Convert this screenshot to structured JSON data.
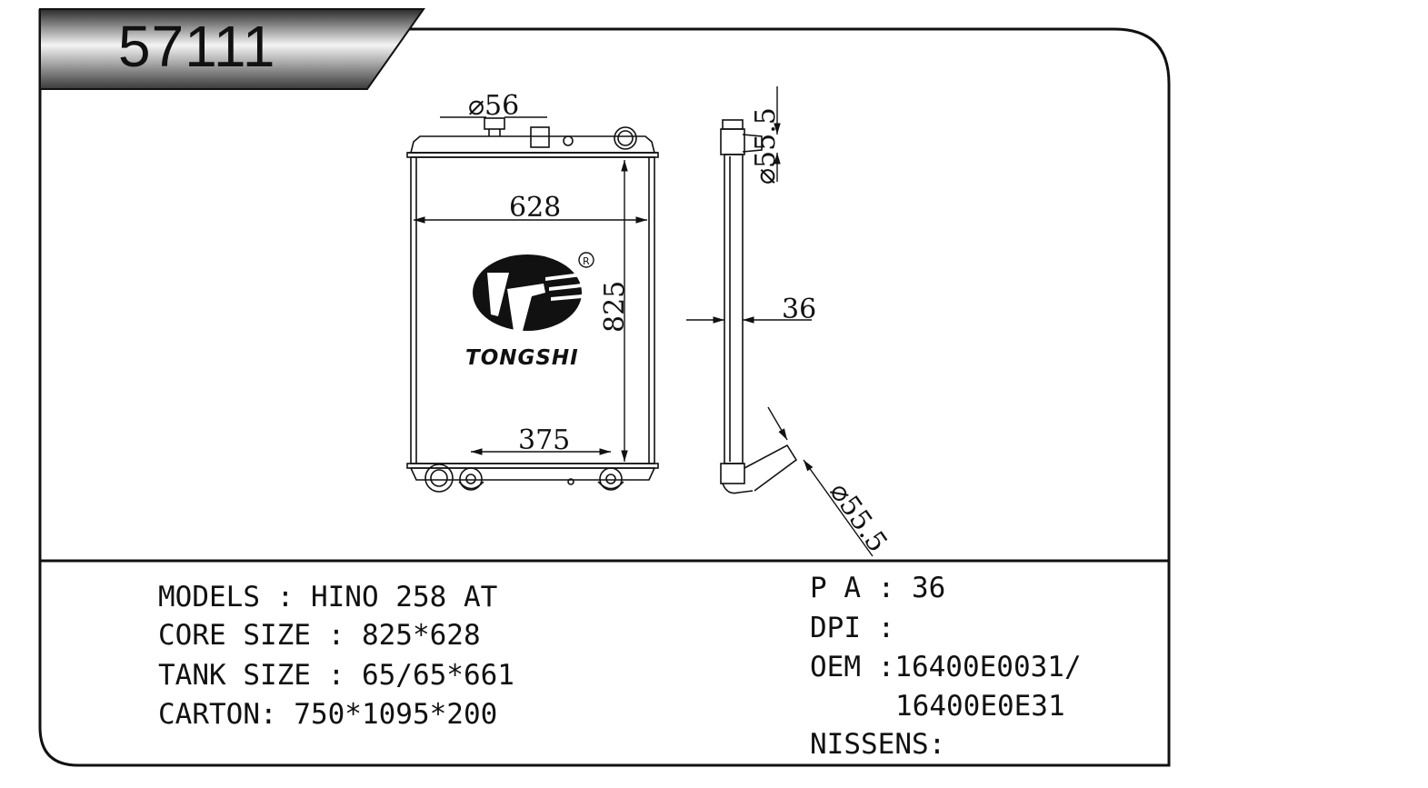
{
  "header": {
    "code": "57111"
  },
  "brand": {
    "name": "TONGSHI",
    "registered_mark": "R"
  },
  "dimensions": {
    "width_628": "628",
    "height_825": "825",
    "bottom_375": "375",
    "inlet_dia_top": "⌀56",
    "side_thickness": "36",
    "side_top_dia": "⌀55.5",
    "side_bottom_dia": "⌀55.5"
  },
  "specs": {
    "models": "MODELS : HINO 258 AT",
    "core_size": "CORE SIZE : 825*628",
    "tank_size": "TANK SIZE : 65/65*661",
    "carton": "CARTON: 750*1095*200",
    "pa": "P A : 36",
    "dpi": "DPI :",
    "oem_line1": "OEM :16400E0031/",
    "oem_line2": "16400E0E31",
    "nissens": "NISSENS:"
  },
  "colors": {
    "frame": "#111111",
    "tab_light": "#f2f2f2",
    "tab_dark": "#2a2a2a"
  }
}
